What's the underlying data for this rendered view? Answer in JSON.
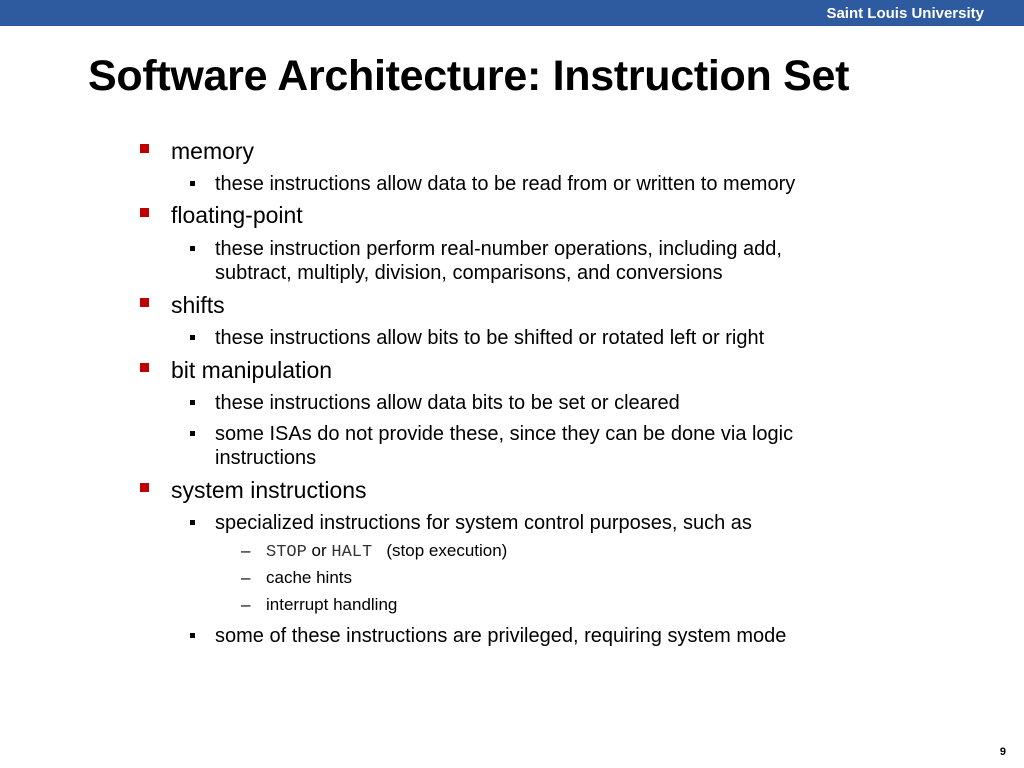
{
  "header": {
    "university": "Saint Louis University"
  },
  "slide": {
    "title": "Software Architecture:  Instruction Set",
    "page_number": "9"
  },
  "bullets": {
    "memory": {
      "label": "memory",
      "sub1": "these instructions allow data to be read from or written to memory"
    },
    "floating": {
      "label": "floating-point",
      "sub1": "these instruction perform real-number operations, including add,\nsubtract, multiply, division, comparisons, and conversions"
    },
    "shifts": {
      "label": "shifts",
      "sub1": "these instructions allow bits to be shifted or rotated left or right"
    },
    "bitmanip": {
      "label": "bit manipulation",
      "sub1": "these instructions allow data bits to be set or cleared",
      "sub2": "some ISAs do not provide these, since they can be done via logic\ninstructions"
    },
    "system": {
      "label": "system instructions",
      "sub1": "specialized instructions for system control purposes, such as",
      "stop": "STOP",
      "or": "or",
      "halt": "HALT",
      "stop_note": "(stop execution)",
      "cache": "cache hints",
      "interrupt": "interrupt handling",
      "sub2": "some of these instructions are privileged, requiring system mode"
    }
  },
  "glyphs": {
    "dash": "–"
  },
  "colors": {
    "header_bar": "#2e5aa0",
    "bullet_red": "#c00000"
  }
}
